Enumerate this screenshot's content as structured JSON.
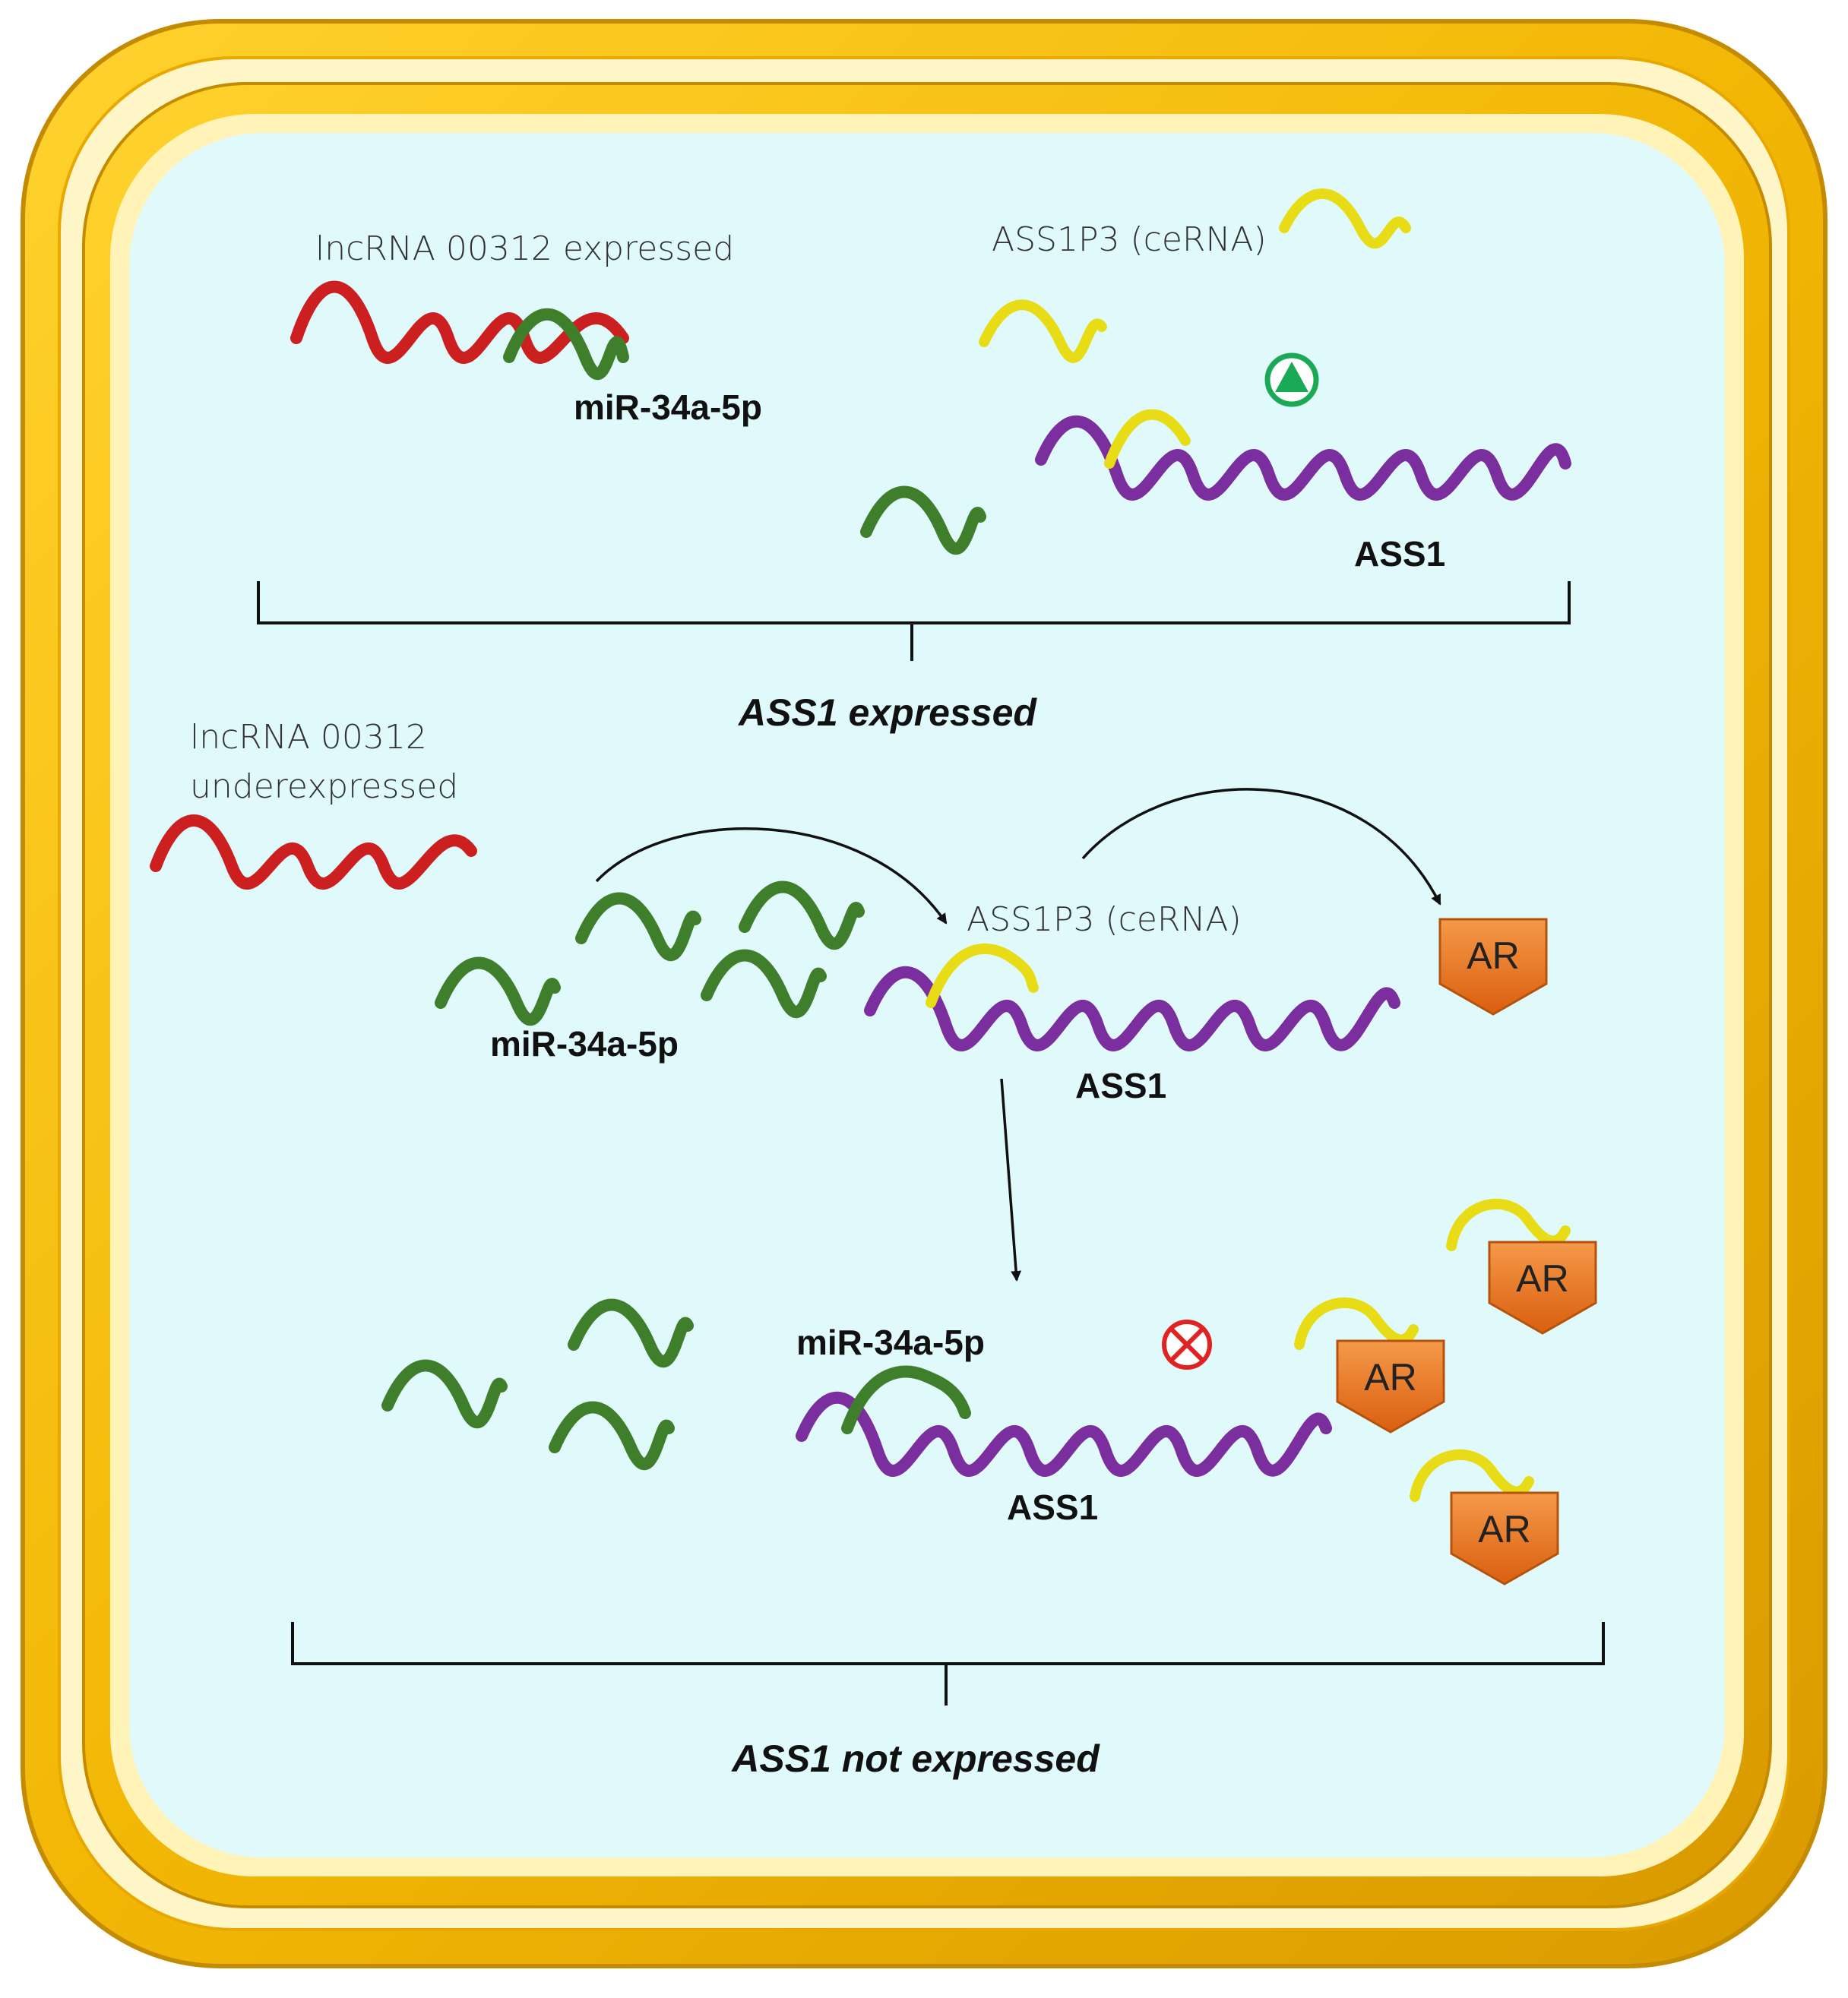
{
  "colors": {
    "frame_gold": "#f2b705",
    "frame_cream": "#fff6c8",
    "cytoplasm": "#e0fafc",
    "lncrna": "#cc1f1f",
    "mirna": "#3f7f2c",
    "ass1": "#7b2f9e",
    "ceRNA": "#e8dc16",
    "ar": "#e8731f",
    "up_marker": "#1aaa55",
    "blocked_marker": "#e02222"
  },
  "top_panel": {
    "lncrna_label": "lncRNA 00312 expressed",
    "mirna_label": "miR-34a-5p",
    "cerna_label": "ASS1P3 (ceRNA)",
    "ass1_label": "ASS1",
    "outcome": "ASS1 expressed",
    "status_icon": "up-triangle-icon"
  },
  "bottom_panel": {
    "lncrna_label_line1": "lncRNA 00312",
    "lncrna_label_line2": "underexpressed",
    "mirna_label": "miR-34a-5p",
    "cerna_label": "ASS1P3 (ceRNA)",
    "ass1_label": "ASS1",
    "ar_label": "AR",
    "result_mirna_label": "miR-34a-5p",
    "result_ass1_label": "ASS1",
    "outcome": "ASS1 not expressed",
    "status_icon": "blocked-circle-x-icon"
  }
}
